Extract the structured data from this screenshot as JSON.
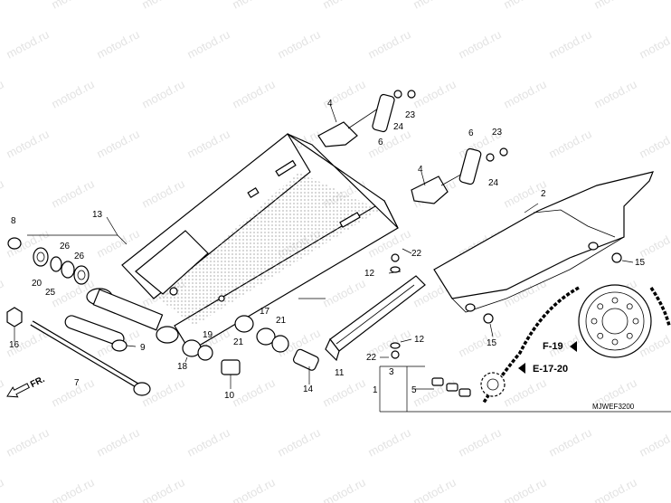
{
  "watermark": "motod.ru",
  "diagram_code": "MJWEF3200",
  "direction_label": "FR.",
  "section_refs": {
    "frame_ref": "F-19",
    "engine_ref": "E-17-20"
  },
  "callouts": {
    "c1": "1",
    "c2": "2",
    "c3": "3",
    "c4a": "4",
    "c4b": "4",
    "c5": "5",
    "c6a": "6",
    "c6b": "6",
    "c7": "7",
    "c8": "8",
    "c9": "9",
    "c10": "10",
    "c11": "11",
    "c12a": "12",
    "c12b": "12",
    "c13": "13",
    "c14": "14",
    "c15a": "15",
    "c15b": "15",
    "c16": "16",
    "c17": "17",
    "c18": "18",
    "c19": "19",
    "c20": "20",
    "c21a": "21",
    "c21b": "21",
    "c22a": "22",
    "c22b": "22",
    "c23a": "23",
    "c23b": "23",
    "c24a": "24",
    "c24b": "24",
    "c25": "25",
    "c26a": "26",
    "c26b": "26"
  },
  "colors": {
    "line": "#000000",
    "watermark": "#e3e3e3",
    "background": "#ffffff"
  },
  "icons": {
    "direction_arrow": "arrow-down-left-icon",
    "ref_arrow": "arrow-left-icon"
  }
}
